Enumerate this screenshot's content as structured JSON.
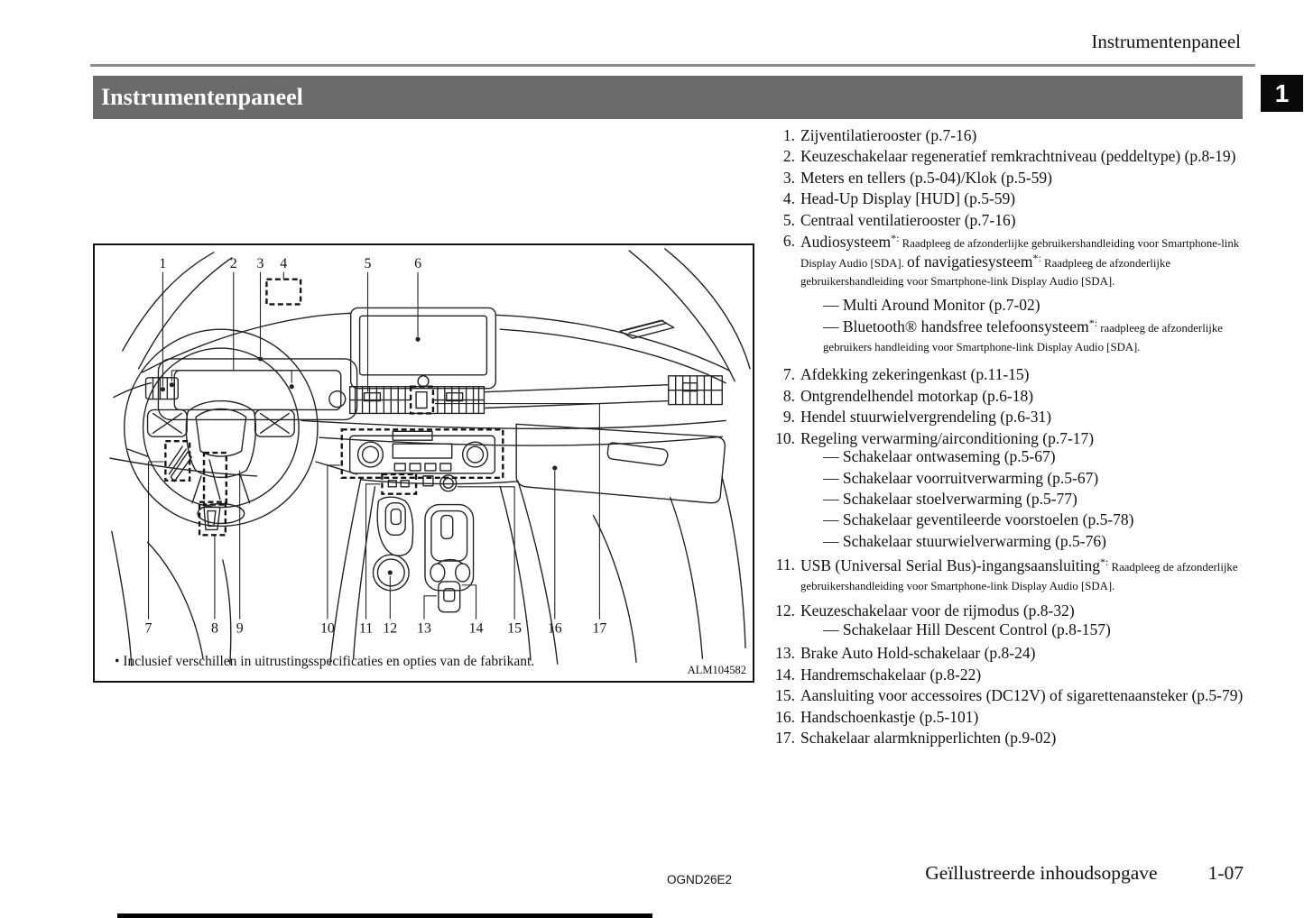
{
  "header": {
    "running_title": "Instrumentenpaneel"
  },
  "title_bar": {
    "title": "Instrumentenpaneel",
    "chapter_tab": "1"
  },
  "figure": {
    "code": "ALM104582",
    "note_bullet": "•",
    "note": "Inclusief verschillen in uitrustingsspecificaties en opties van de fabrikant.",
    "top_callouts": [
      "1",
      "2",
      "3",
      "4",
      "5",
      "6"
    ],
    "bottom_callouts": [
      "7",
      "8",
      "9",
      "10",
      "11",
      "12",
      "13",
      "14",
      "15",
      "16",
      "17"
    ]
  },
  "legend": {
    "items": [
      {
        "num": "1.",
        "parts": [
          {
            "t": "Zijventilatierooster (p.7-16)"
          }
        ]
      },
      {
        "num": "2.",
        "parts": [
          {
            "t": "Keuzeschakelaar regeneratief remkrachtniveau (peddeltype) (p.8-19)"
          }
        ]
      },
      {
        "num": "3.",
        "parts": [
          {
            "t": "Meters en tellers (p.5-04)/Klok (p.5-59)"
          }
        ]
      },
      {
        "num": "4.",
        "parts": [
          {
            "t": "Head-Up Display [HUD] (p.5-59)"
          }
        ]
      },
      {
        "num": "5.",
        "parts": [
          {
            "t": "Centraal ventilatierooster (p.7-16)"
          }
        ]
      },
      {
        "num": "6.",
        "parts": [
          {
            "t": "Audiosysteem"
          },
          {
            "s": "sup",
            "t": "*:"
          },
          {
            "s": "small",
            "t": " Raadpleeg de afzonderlijke gebruikershandleiding voor Smartphone-link Display Audio [SDA]. "
          },
          {
            "t": "of navigatiesysteem"
          },
          {
            "s": "sup",
            "t": "*:"
          },
          {
            "s": "small",
            "t": " Raadpleeg de afzonderlijke gebruikershandleiding voor Smartphone-link Display Audio [SDA]."
          }
        ],
        "sub_gap": true,
        "sub": [
          [
            {
              "t": "— Multi Around Monitor (p.7-02)"
            }
          ],
          [
            {
              "t": "— Bluetooth® handsfree telefoonsysteem"
            },
            {
              "s": "sup",
              "t": "*:"
            },
            {
              "s": "small",
              "t": " raadpleeg de afzonderlijke gebruikers handleiding voor Smartphone-link Display Audio [SDA]."
            }
          ]
        ]
      },
      {
        "num": "7.",
        "space_before": true,
        "parts": [
          {
            "t": "Afdekking zekeringenkast (p.11-15)"
          }
        ]
      },
      {
        "num": "8.",
        "parts": [
          {
            "t": "Ontgrendelhendel motorkap (p.6-18)"
          }
        ]
      },
      {
        "num": "9.",
        "parts": [
          {
            "t": "Hendel stuurwielvergrendeling (p.6-31)"
          }
        ]
      },
      {
        "num": "10.",
        "parts": [
          {
            "t": "Regeling verwarming/airconditioning (p.7-17)"
          }
        ],
        "sub": [
          [
            {
              "t": "— Schakelaar ontwaseming (p.5-67)"
            }
          ],
          [
            {
              "t": "— Schakelaar voorruitverwarming (p.5-67)"
            }
          ],
          [
            {
              "t": "— Schakelaar stoelverwarming (p.5-77)"
            }
          ],
          [
            {
              "t": "— Schakelaar geventileerde voorstoelen (p.5-78)"
            }
          ],
          [
            {
              "t": "— Schakelaar stuurwielverwarming (p.5-76)"
            }
          ]
        ]
      },
      {
        "num": "11.",
        "parts": [
          {
            "t": "USB (Universal Serial Bus)-ingangsaansluiting"
          },
          {
            "s": "sup",
            "t": "*:"
          },
          {
            "s": "small",
            "t": " Raadpleeg de afzonderlijke gebruikershandleiding voor Smartphone-link Display Audio [SDA]."
          }
        ]
      },
      {
        "num": "12.",
        "space_before": true,
        "parts": [
          {
            "t": "Keuzeschakelaar voor de rijmodus (p.8-32)"
          }
        ],
        "sub": [
          [
            {
              "t": "— Schakelaar Hill Descent Control (p.8-157)"
            }
          ]
        ]
      },
      {
        "num": "13.",
        "parts": [
          {
            "t": "Brake Auto Hold-schakelaar (p.8-24)"
          }
        ]
      },
      {
        "num": "14.",
        "parts": [
          {
            "t": "Handremschakelaar (p.8-22)"
          }
        ]
      },
      {
        "num": "15.",
        "parts": [
          {
            "t": "Aansluiting voor accessoires (DC12V) of sigarettenaansteker (p.5-79)"
          }
        ]
      },
      {
        "num": "16.",
        "parts": [
          {
            "t": "Handschoenkastje (p.5-101)"
          }
        ]
      },
      {
        "num": "17.",
        "parts": [
          {
            "t": "Schakelaar alarmknipperlichten (p.9-02)"
          }
        ]
      }
    ]
  },
  "footer": {
    "doc_code": "OGND26E2",
    "section_title": "Geïllustreerde inhoudsopgave",
    "page_number": "1-07"
  },
  "colors": {
    "title_bar_bg": "#6b6b6b",
    "rule": "#8c8c8c",
    "tab_bg": "#0a0a0a",
    "line": "#222222"
  }
}
